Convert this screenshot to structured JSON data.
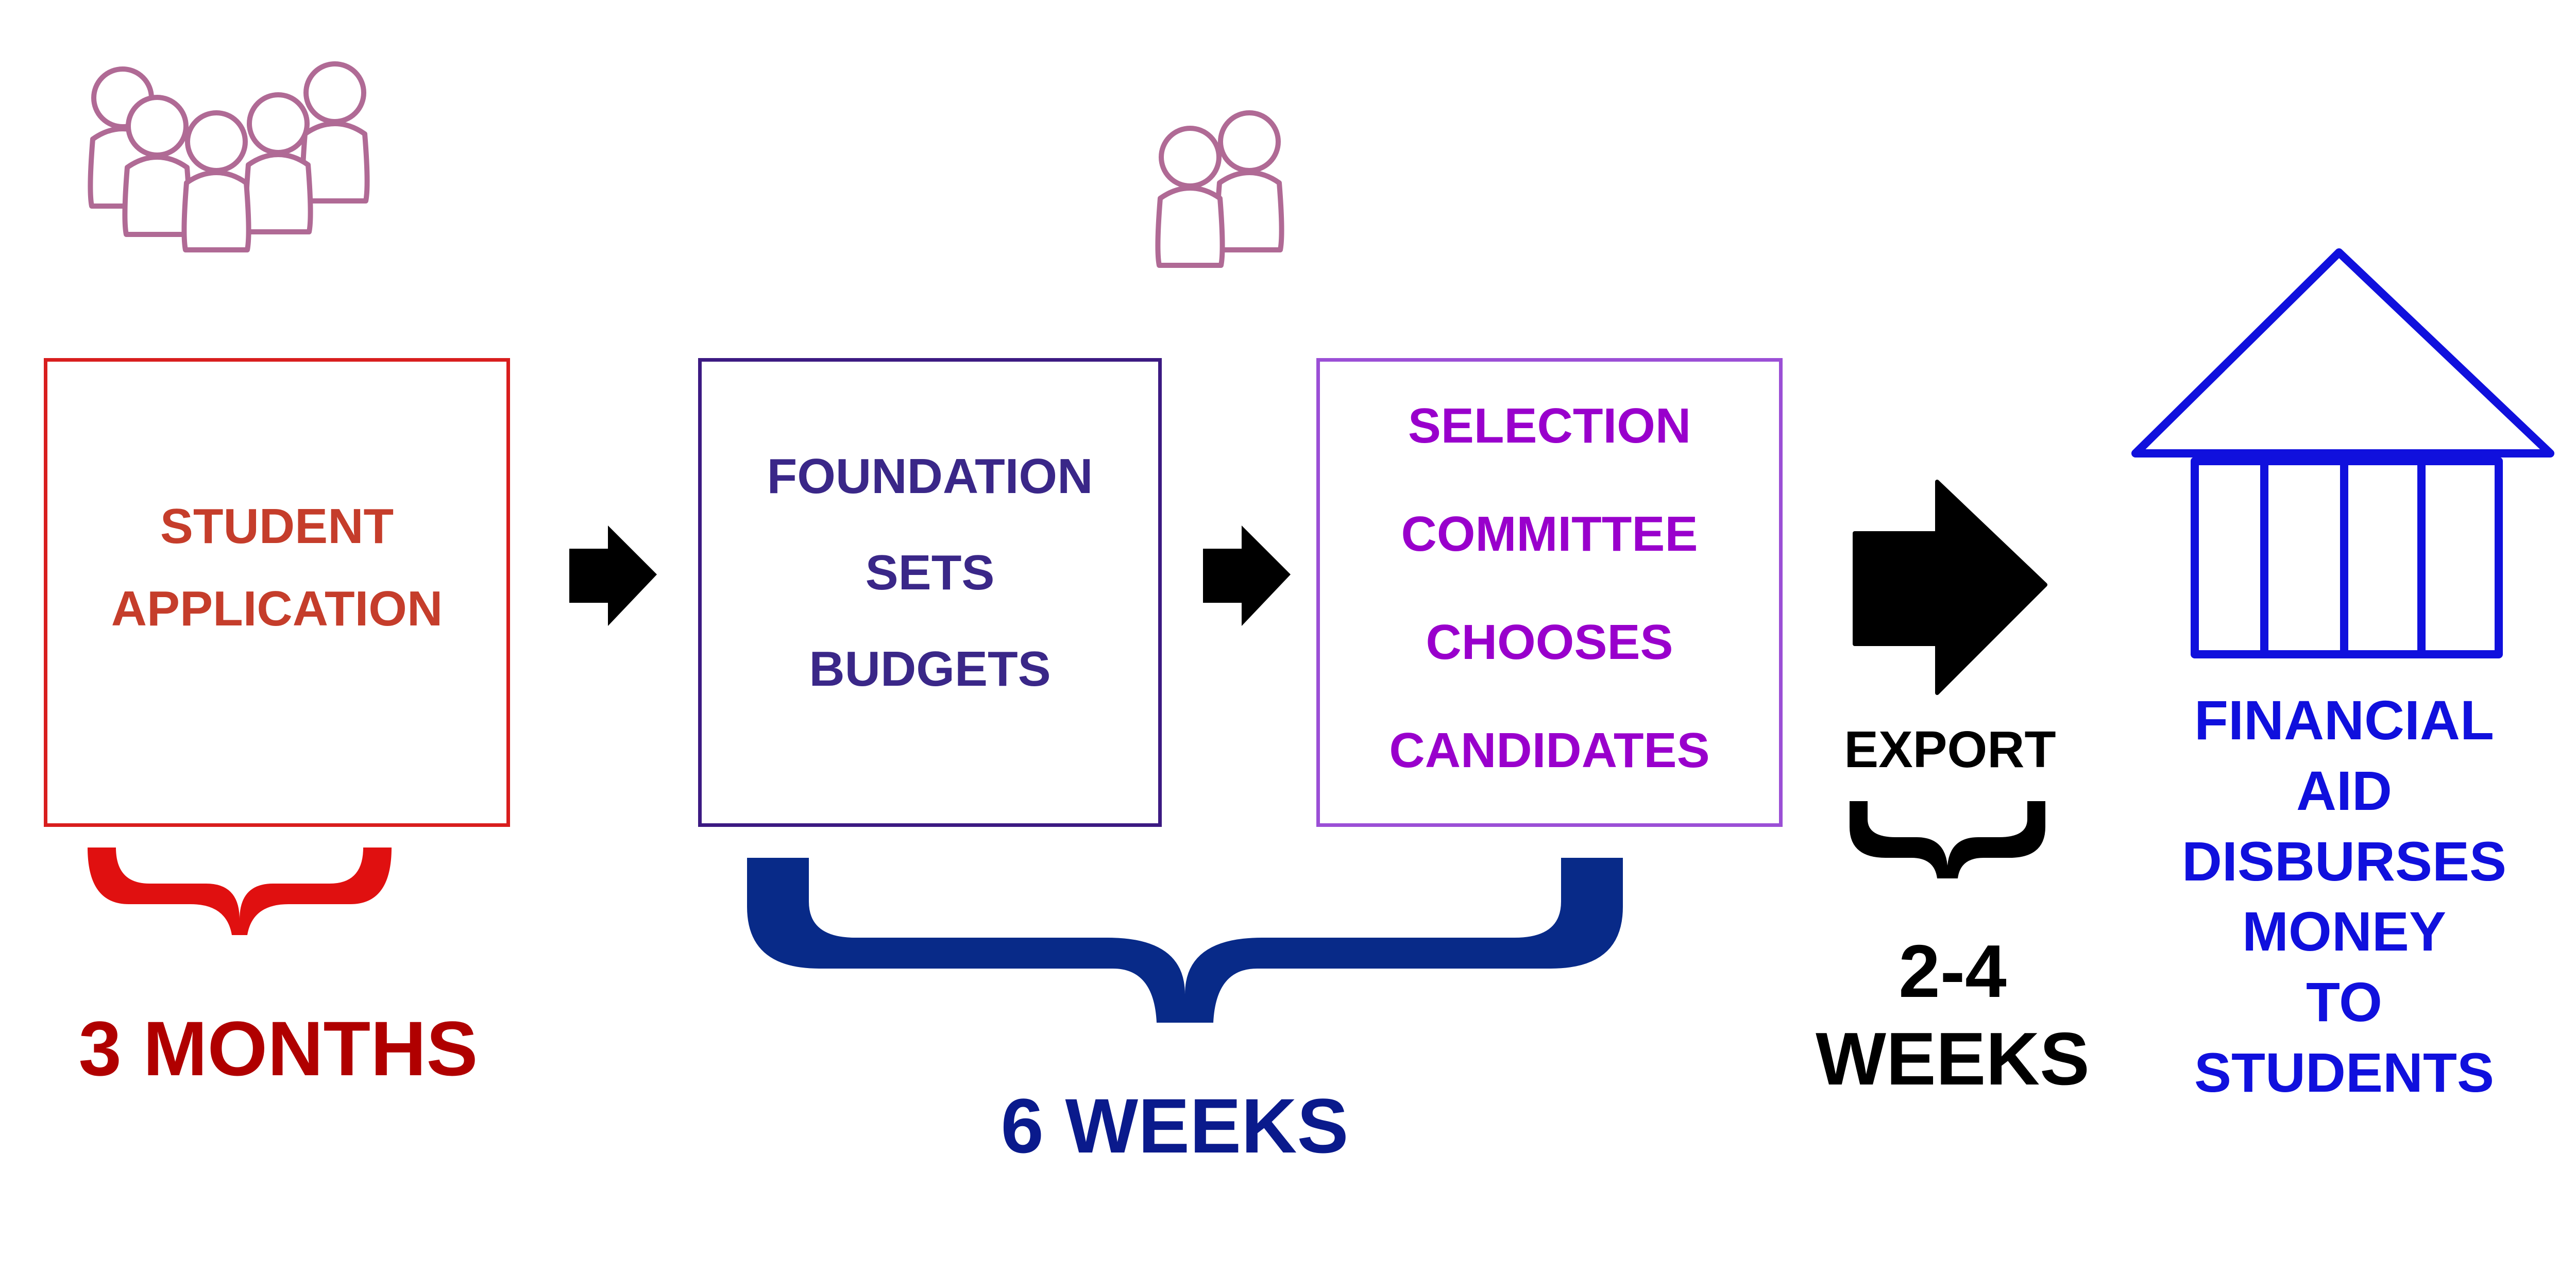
{
  "colors": {
    "stage1": "#c53d2b",
    "stage1_box": "#d81e1e",
    "stage1_brace": "#e01010",
    "stage1_duration": "#b00000",
    "stage2": "#3a2788",
    "stage2_box": "#3c1a82",
    "stage3": "#9900cc",
    "stage3_box": "#9b4fd6",
    "brace_mid": "#082a88",
    "duration_mid": "#0a1a8c",
    "export": "#000000",
    "aid": "#1010dd",
    "people_icon": "#b06a95",
    "arrow": "#000000"
  },
  "icons": {
    "crowd": "people-crowd-icon",
    "pair": "people-pair-icon",
    "bank": "bank-building-icon",
    "arrow": "right-arrow-icon",
    "brace": "curly-brace-icon"
  },
  "steps": {
    "student": {
      "lines": [
        "STUDENT",
        "APPLICATION"
      ]
    },
    "foundation": {
      "lines": [
        "FOUNDATION",
        "SETS",
        "BUDGETS"
      ]
    },
    "committee": {
      "lines": [
        "SELECTION",
        "COMMITTEE",
        "CHOOSES",
        "CANDIDATES"
      ]
    },
    "export_label": "EXPORT",
    "aid": {
      "lines": [
        "FINANCIAL",
        "AID",
        "DISBURSES",
        "MONEY",
        "TO",
        "STUDENTS"
      ]
    }
  },
  "durations": {
    "application": "3 MONTHS",
    "selection": "6 WEEKS",
    "export": [
      "2-4",
      "WEEKS"
    ]
  }
}
